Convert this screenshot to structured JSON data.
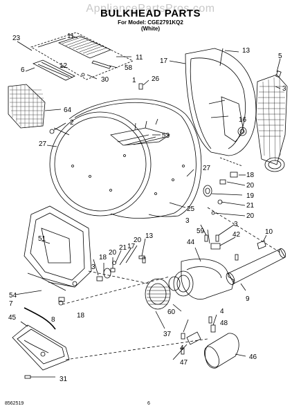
{
  "watermark": "AppliancePartsPros.com",
  "title": "BULKHEAD PARTS",
  "subtitle": "For Model: CGE2791KQ2",
  "variant": "(White)",
  "footer": {
    "doc_number": "8562519",
    "page": "6"
  },
  "parts": [
    {
      "id": "p23",
      "label": "23"
    },
    {
      "id": "p11a",
      "label": "11"
    },
    {
      "id": "p13a",
      "label": "13"
    },
    {
      "id": "p5",
      "label": "5"
    },
    {
      "id": "p17",
      "label": "17"
    },
    {
      "id": "p11b",
      "label": "11"
    },
    {
      "id": "p6",
      "label": "6"
    },
    {
      "id": "p12",
      "label": "12"
    },
    {
      "id": "p58",
      "label": "58"
    },
    {
      "id": "p1",
      "label": "1"
    },
    {
      "id": "p30",
      "label": "30"
    },
    {
      "id": "p26",
      "label": "26"
    },
    {
      "id": "p3a",
      "label": "3"
    },
    {
      "id": "p64",
      "label": "64"
    },
    {
      "id": "p2",
      "label": "2"
    },
    {
      "id": "p16",
      "label": "16"
    },
    {
      "id": "p53",
      "label": "53"
    },
    {
      "id": "p27a",
      "label": "27"
    },
    {
      "id": "p27b",
      "label": "27"
    },
    {
      "id": "p18a",
      "label": "18"
    },
    {
      "id": "p20a",
      "label": "20"
    },
    {
      "id": "p19",
      "label": "19"
    },
    {
      "id": "p25",
      "label": "25"
    },
    {
      "id": "p21a",
      "label": "21"
    },
    {
      "id": "p20b",
      "label": "20"
    },
    {
      "id": "p3b",
      "label": "3"
    },
    {
      "id": "p3c",
      "label": "3"
    },
    {
      "id": "p10",
      "label": "10"
    },
    {
      "id": "p59",
      "label": "59"
    },
    {
      "id": "p42",
      "label": "42"
    },
    {
      "id": "p51",
      "label": "51"
    },
    {
      "id": "p13b",
      "label": "13"
    },
    {
      "id": "p44",
      "label": "44"
    },
    {
      "id": "p20c",
      "label": "20"
    },
    {
      "id": "p21b",
      "label": "21"
    },
    {
      "id": "p20d",
      "label": "20"
    },
    {
      "id": "p17b",
      "label": "17"
    },
    {
      "id": "p18b",
      "label": "18"
    },
    {
      "id": "p3d",
      "label": "3"
    },
    {
      "id": "p54",
      "label": "54"
    },
    {
      "id": "p9",
      "label": "9"
    },
    {
      "id": "p7",
      "label": "7"
    },
    {
      "id": "p60",
      "label": "60"
    },
    {
      "id": "p8",
      "label": "8"
    },
    {
      "id": "p18c",
      "label": "18"
    },
    {
      "id": "p45",
      "label": "45"
    },
    {
      "id": "p4a",
      "label": "4"
    },
    {
      "id": "p48",
      "label": "48"
    },
    {
      "id": "p37",
      "label": "37"
    },
    {
      "id": "p4b",
      "label": "4"
    },
    {
      "id": "p47",
      "label": "47"
    },
    {
      "id": "p46",
      "label": "46"
    },
    {
      "id": "p31",
      "label": "31"
    }
  ]
}
